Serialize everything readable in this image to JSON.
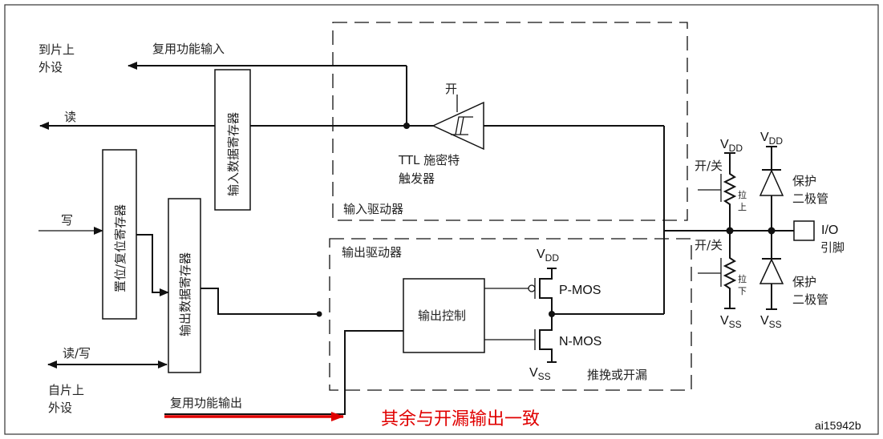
{
  "labels": {
    "to_onchip_peripheral_1": "到片上",
    "to_onchip_peripheral_2": "外设",
    "alt_function_input": "复用功能输入",
    "read": "读",
    "write": "写",
    "read_write": "读/写",
    "from_onchip_peripheral_1": "自片上",
    "from_onchip_peripheral_2": "外设",
    "alt_function_output": "复用功能输出",
    "input_data_register": "输入数据寄存器",
    "set_reset_register": "置位/复位寄存器",
    "output_data_register": "输出数据寄存器",
    "on_off_schmitt": "开",
    "ttl_schmitt_1": "TTL 施密特",
    "ttl_schmitt_2": "触发器",
    "input_driver": "输入驱动器",
    "output_driver": "输出驱动器",
    "output_control": "输出控制",
    "pmos": "P-MOS",
    "nmos": "N-MOS",
    "push_pull_open_drain": "推挽或开漏",
    "v": "V",
    "dd": "DD",
    "ss": "SS",
    "on_off": "开/关",
    "pull_up_1": "拉",
    "pull_up_2": "上",
    "pull_down_1": "拉",
    "pull_down_2": "下",
    "protect_diode_1": "保护",
    "protect_diode_2": "二极管",
    "io_1": "I/O",
    "io_2": "引脚",
    "annotation": "其余与开漏输出一致",
    "figure_id": "ai15942b"
  },
  "colors": {
    "annotation": "#e00000",
    "line": "#111111"
  }
}
